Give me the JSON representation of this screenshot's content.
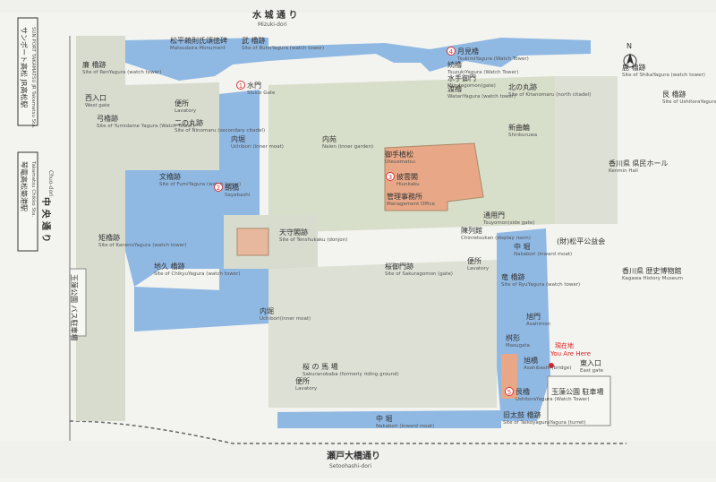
{
  "roads": {
    "mizuki_jp": "水 城 通 り",
    "mizuki_en": "Mizuki-dori",
    "chuo_jp": "中 央 通 り",
    "chuo_en": "Chuo-dori",
    "setoohashi_jp": "瀬戸大橋通り",
    "setoohashi_en": "Setoohashi-dori"
  },
  "stations": {
    "jr_jp": "サンポート高松 JR高松駅",
    "jr_en": "SUN PORT TAKAMATSU JR Takamatsu Sta.",
    "kotoden_jp": "琴電高松築港駅",
    "kotoden_en": "Takamatsu Chikko Sta."
  },
  "parking_west": "玉藻公園 バス駐車場",
  "parking_east": "玉藻公園 駐車場",
  "north_label": "N",
  "you_are_here": {
    "jp": "現在地",
    "en": "You Are Here"
  },
  "labels": [
    {
      "id": "ren",
      "jp": "廉 櫓跡",
      "en": "Site of RenYagura (watch tower)"
    },
    {
      "id": "matsudaira",
      "jp": "松平賴則氏頌徳碑",
      "en": "Matsudaira Monument"
    },
    {
      "id": "buno",
      "jp": "武 櫓跡",
      "en": "Site of BunoYagura (watch tower)"
    },
    {
      "id": "tsukimi",
      "jp": "月見櫓",
      "en": "TsukimiYagura (Watch Tower)",
      "num": "4"
    },
    {
      "id": "tsuzuki",
      "jp": "続櫓",
      "en": "TsuzukiYagura (Watch Tower)"
    },
    {
      "id": "mizute",
      "jp": "水手御門",
      "en": "Mizutegomon(gate)"
    },
    {
      "id": "watari",
      "jp": "渡櫓",
      "en": "WatariYagura (watch tower)"
    },
    {
      "id": "shika",
      "jp": "鹿 櫓跡",
      "en": "Site of ShikaYagura (watch tower)"
    },
    {
      "id": "ushitora",
      "jp": "艮 櫓跡",
      "en": "Site of UshitoraYagura"
    },
    {
      "id": "nishi",
      "jp": "西入口",
      "en": "West gate"
    },
    {
      "id": "lav1",
      "jp": "便所",
      "en": "Lavatory"
    },
    {
      "id": "suimon",
      "jp": "水門",
      "en": "Sluice Gate",
      "num": "1"
    },
    {
      "id": "kitanomaru",
      "jp": "北の丸跡",
      "en": "Site of Kitanomaru (north citadel)"
    },
    {
      "id": "yumidame",
      "jp": "弓櫓跡",
      "en": "Site of Yumidame Yagura (Watch Tower)"
    },
    {
      "id": "ninomaru",
      "jp": "二の丸跡",
      "en": "Site of Ninomaru (secondary citadel)"
    },
    {
      "id": "uchibori1",
      "jp": "内堀",
      "en": "Uchibori (inner moat)"
    },
    {
      "id": "naien",
      "jp": "内苑",
      "en": "Naien (inner garden)"
    },
    {
      "id": "otemae",
      "jp": "御手植松",
      "en": "Oteuematsu"
    },
    {
      "id": "shinzaka",
      "jp": "新曲輪",
      "en": "Shinkuruwa"
    },
    {
      "id": "kagawa_hall",
      "jp": "香川県 県民ホール",
      "en": "Kenmin Hall"
    },
    {
      "id": "hiunkaku",
      "jp": "披雲閣",
      "en": "Hiunkaku",
      "num": "3"
    },
    {
      "id": "fumi",
      "jp": "文櫓跡",
      "en": "Site of FumiYagura (watch tower)"
    },
    {
      "id": "saya",
      "jp": "鞘橋",
      "en": "Sayabashi",
      "num": "2"
    },
    {
      "id": "kanrijimusho",
      "jp": "管理事務所",
      "en": "Management Office"
    },
    {
      "id": "tsuyomon",
      "jp": "通用門",
      "en": "Tsuyomon(side gate)"
    },
    {
      "id": "kane",
      "jp": "矩櫓跡",
      "en": "Site of KanenoYagura (watch tower)"
    },
    {
      "id": "tenshu",
      "jp": "天守閣跡",
      "en": "Site of Tenshukaku (donjon)"
    },
    {
      "id": "chinretsu",
      "jp": "陳列館",
      "en": "Chinretsukan (display room)"
    },
    {
      "id": "nakabori1",
      "jp": "中 堀",
      "en": "Nakabori (inward moat)"
    },
    {
      "id": "matsudaira_koeki",
      "jp": "(財)松平公益会",
      "en": ""
    },
    {
      "id": "lav2",
      "jp": "便所",
      "en": "Lavatory"
    },
    {
      "id": "chikyu",
      "jp": "地久 櫓跡",
      "en": "Site of ChikyuYagura (watch tower)"
    },
    {
      "id": "sakuranobaba_gate",
      "jp": "桜御門跡",
      "en": "Site of Sakuragomon (gate)"
    },
    {
      "id": "ryu",
      "jp": "竜 櫓跡",
      "en": "Site of RyuYagura (watch tower)"
    },
    {
      "id": "museum",
      "jp": "香川県 歴史博物館",
      "en": "Kagawa History Museum"
    },
    {
      "id": "uchibori2",
      "jp": "内堀",
      "en": "Uchibori(inner moat)"
    },
    {
      "id": "masugata",
      "jp": "桝形",
      "en": "Masugata"
    },
    {
      "id": "asahimon",
      "jp": "旭門",
      "en": "Asahimon"
    },
    {
      "id": "sakuranobaba",
      "jp": "桜 の 馬 場",
      "en": "Sakuranobaba (formerly riding ground)"
    },
    {
      "id": "asahibashi",
      "jp": "旭橋",
      "en": "Asahibashi (bridge)"
    },
    {
      "id": "higashi",
      "jp": "東入口",
      "en": "East gate"
    },
    {
      "id": "lav3",
      "jp": "便所",
      "en": "Lavatory"
    },
    {
      "id": "ushitora2",
      "jp": "艮櫓",
      "en": "UshitoraYagura (Watch Tower)",
      "num": "5"
    },
    {
      "id": "nakabori2",
      "jp": "中 堀",
      "en": "Nakabori (inward moat)"
    },
    {
      "id": "taikoyagura",
      "jp": "旧太鼓 櫓跡",
      "en": "Site of TaikoyaguraYagura (turret)"
    }
  ]
}
